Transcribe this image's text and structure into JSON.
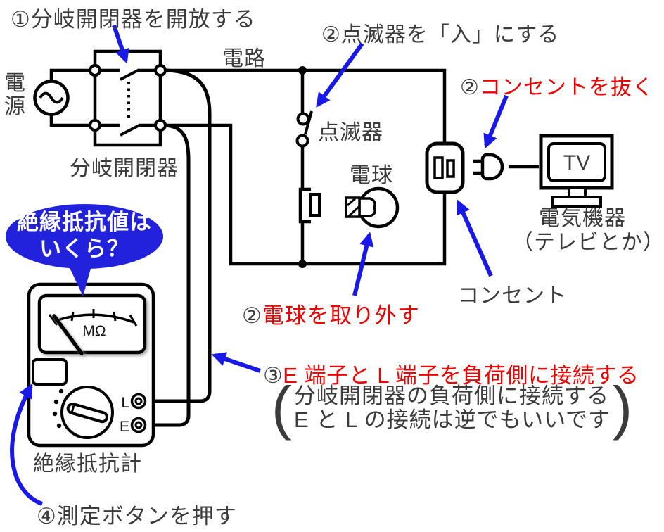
{
  "colors": {
    "arrow_blue": "#1818e8",
    "bubble_blue": "#2222dd",
    "warning_red": "#f20000",
    "text_gray": "#3b3b3b",
    "line_black": "#000000"
  },
  "steps": {
    "step1": "①分岐開閉器を開放する",
    "step2_switch": "②点滅器を「入」にする",
    "step2_outlet": {
      "num": "②",
      "text": "コンセントを抜く"
    },
    "step2_bulb": {
      "num": "②",
      "text": "電球を取り外す"
    },
    "step3": {
      "num": "③",
      "text": "E 端子と L 端子を負荷側に接続する"
    },
    "step3_note": {
      "paren_open": "(",
      "line1": "分岐開閉器の負荷側に接続する",
      "line2": "E と L の接続は逆でもいいです",
      "paren_close": ")"
    },
    "step4": "④測定ボタンを押す"
  },
  "bubble": {
    "line1": "絶縁抵抗値は",
    "line2": "いくら？"
  },
  "labels": {
    "power_source": "電源",
    "circuit": "電路",
    "breaker": "分岐開閉器",
    "switch": "点滅器",
    "bulb": "電球",
    "outlet": "コンセント",
    "appliance": "電気機器",
    "appliance_note": "（テレビとか）",
    "tv": "TV",
    "meter": "絶縁抵抗計",
    "meter_unit": "MΩ",
    "terminal_l": "L",
    "terminal_e": "E"
  }
}
